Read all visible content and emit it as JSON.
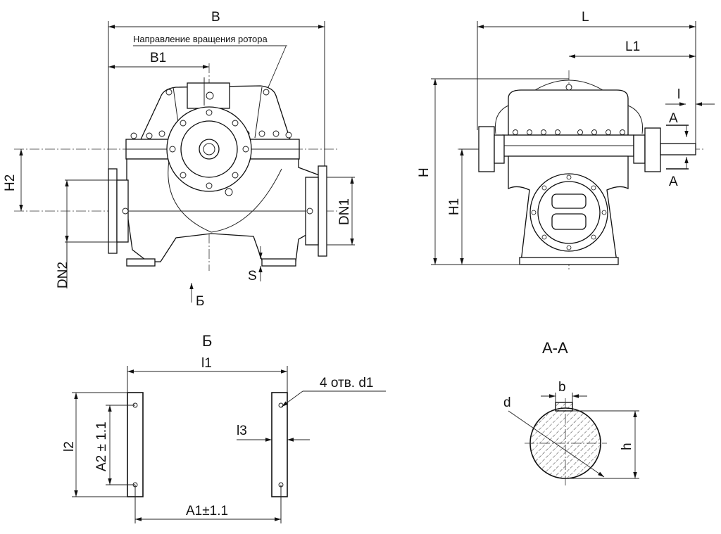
{
  "front_view": {
    "label_B": "B",
    "label_B1": "B1",
    "rotation_note": "Направление вращения ротора",
    "label_H2": "H2",
    "label_DN1": "DN1",
    "label_DN2": "DN2",
    "label_S": "S",
    "view_arrow": "Б"
  },
  "side_view": {
    "label_L": "L",
    "label_L1": "L1",
    "label_l": "l",
    "label_A_top": "A",
    "label_A_bottom": "A",
    "label_H": "H",
    "label_H1": "H1"
  },
  "foundation_view": {
    "title": "Б",
    "label_l1": "l1",
    "label_l2": "l2",
    "label_l3": "l3",
    "label_A1": "A1±1.1",
    "label_A2": "A2 ± 1.1",
    "holes_note": "4 отв. d1"
  },
  "section_view": {
    "title": "А-А",
    "label_b": "b",
    "label_d": "d",
    "label_h": "h"
  }
}
